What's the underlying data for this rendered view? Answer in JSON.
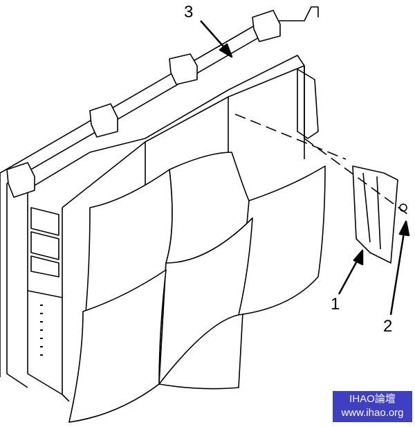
{
  "callouts": {
    "one": "1",
    "two": "2",
    "three": "3"
  },
  "watermark": {
    "line1": "IHAO論壇",
    "line2": "www.ihao.org",
    "bg": "#3f3fc4"
  }
}
